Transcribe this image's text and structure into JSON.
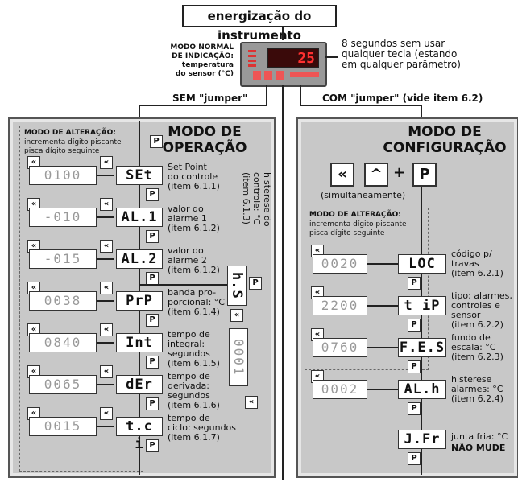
{
  "top": {
    "energize": "energização do instrumento",
    "normal_mode": "MODO NORMAL\nDE INDICAÇÃO:",
    "normal_sub": "temperatura\ndo sensor (°C)",
    "instrument_value": "25",
    "eight_seconds": "8 segundos sem usar\nqualquer tecla (estando\nem qualquer parâmetro)",
    "without_jumper": "SEM \"jumper\"",
    "with_jumper": "COM \"jumper\"  (vide item 6.2)"
  },
  "operation": {
    "title": "MODO DE\nOPERAÇÃO",
    "alter_title": "MODO DE ALTERAÇÃO:",
    "alter_inc": "incrementa dígito piscante",
    "alter_next": "pisca dígito seguinte",
    "rows": [
      {
        "value": "0100",
        "param": "SEt",
        "desc": "Set Point\ndo controle\n(item 6.1.1)"
      },
      {
        "value": "-010",
        "param": "AL.1",
        "desc": "valor do\nalarme 1\n(item 6.1.2)"
      },
      {
        "value": "-015",
        "param": "AL.2",
        "desc": "valor do\nalarme 2\n(item 6.1.2)"
      },
      {
        "value": "0038",
        "param": "PrP",
        "desc": "banda pro-\nporcional: °C\n(item 6.1.4)"
      },
      {
        "value": "0840",
        "param": "Int",
        "desc": "tempo de\nintegral:\nsegundos\n(item 6.1.5)"
      },
      {
        "value": "0065",
        "param": "dEr",
        "desc": "tempo de\nderivada:\nsegundos\n(item 6.1.6)"
      },
      {
        "value": "0015",
        "param": "t.c i",
        "desc": "tempo de\nciclo: segundos\n(item 6.1.7)"
      }
    ],
    "hyst_param": "h.S",
    "hyst_value": "0001",
    "hyst_desc": "histerese do\ncontrole: °C\n(item 6.1.3)"
  },
  "configuration": {
    "title": "MODO DE\nCONFIGURAÇÃO",
    "simultaneous": "(simultaneamente)",
    "plus": "+",
    "alter_title": "MODO DE ALTERAÇÃO:",
    "alter_inc": "incrementa dígito piscante",
    "alter_next": "pisca dígito seguinte",
    "rows": [
      {
        "value": "0020",
        "param": "LOC",
        "desc": "código p/\ntravas\n(item 6.2.1)"
      },
      {
        "value": "2200",
        "param": "t iP",
        "desc": "tipo: alarmes,\ncontroles e\nsensor\n(item 6.2.2)"
      },
      {
        "value": "0760",
        "param": "F.E.S",
        "desc": "fundo de\nescala: °C\n(item 6.2.3)"
      },
      {
        "value": "0002",
        "param": "AL.h",
        "desc": "histerese\nalarmes: °C\n(item 6.2.4)"
      }
    ],
    "last_param": "J.Fr",
    "last_desc": "junta fria: °C",
    "last_warn": "NÃO MUDE"
  },
  "keys": {
    "p": "P",
    "left": "«",
    "up": "^"
  }
}
